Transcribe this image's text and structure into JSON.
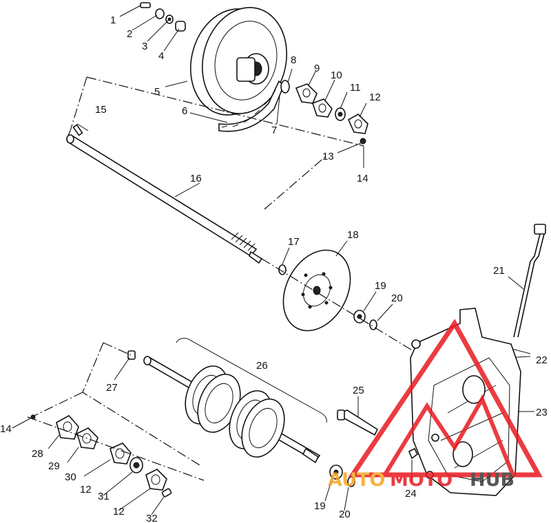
{
  "callouts": {
    "c1": "1",
    "c2": "2",
    "c3": "3",
    "c4": "4",
    "c5": "5",
    "c6": "6",
    "c7": "7",
    "c8": "8",
    "c9": "9",
    "c10": "10",
    "c11": "11",
    "c12a": "12",
    "c13": "13",
    "c14a": "14",
    "c15": "15",
    "c16": "16",
    "c17": "17",
    "c18": "18",
    "c19a": "19",
    "c20a": "20",
    "c21": "21",
    "c22": "22",
    "c23": "23",
    "c24": "24",
    "c25": "25",
    "c26": "26",
    "c27": "27",
    "c14b": "14",
    "c28": "28",
    "c29": "29",
    "c30": "30",
    "c12b": "12",
    "c31": "31",
    "c12c": "12",
    "c32": "32",
    "c19b": "19",
    "c20b": "20"
  },
  "watermark": {
    "part1": "AUTO",
    "part2": "MOTO",
    "part3": "HUB",
    "color_primary": "#e8191f",
    "color_accent": "#f5a623",
    "color_dark": "#3a3a3a"
  }
}
